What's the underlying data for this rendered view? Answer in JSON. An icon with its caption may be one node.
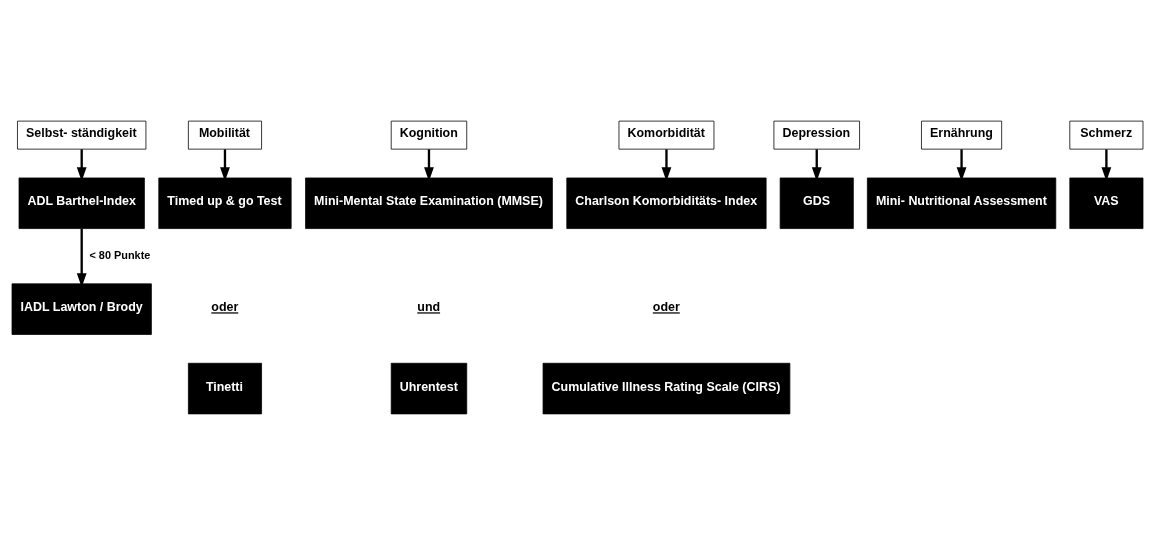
{
  "diagram": {
    "nodes": [
      {
        "text": [
          "Selbst- ständigkeit"
        ]
      },
      {
        "text": [
          "Mobilität"
        ]
      },
      {
        "text": [
          "Kognition"
        ]
      },
      {
        "text": [
          "Komorbidität"
        ]
      },
      {
        "text": [
          "Depression"
        ]
      },
      {
        "text": [
          "Ernährung"
        ]
      },
      {
        "text": [
          "Schmerz"
        ]
      },
      {
        "text": [
          "ADL Barthel-Index"
        ]
      },
      {
        "text": [
          "Timed up & go Test"
        ]
      },
      {
        "text": [
          "Mini-Mental State Examination (MMSE)"
        ]
      },
      {
        "text": [
          "Charlson Komorbiditäts- Index"
        ]
      },
      {
        "text": [
          "GDS"
        ]
      },
      {
        "text": [
          "Mini- Nutritional Assessment"
        ]
      },
      {
        "text": [
          "VAS"
        ]
      },
      {
        "text": [
          "IADL Lawton / Brody"
        ]
      },
      {
        "text": [
          "Tinetti"
        ]
      },
      {
        "text": [
          "Uhrentest"
        ]
      },
      {
        "text": [
          "Cumulative Illness Rating Scale (CIRS)"
        ]
      }
    ],
    "edges": [
      {
        "from": 0,
        "to": 7,
        "arrow": "to"
      },
      {
        "from": 1,
        "to": 8,
        "arrow": "to"
      },
      {
        "from": 2,
        "to": 9,
        "arrow": "to"
      },
      {
        "from": 3,
        "to": 10,
        "arrow": "to"
      },
      {
        "from": 4,
        "to": 11,
        "arrow": "to"
      },
      {
        "from": 5,
        "to": 12,
        "arrow": "to"
      },
      {
        "from": 6,
        "to": 13,
        "arrow": "to"
      },
      {
        "from": 7,
        "to": 14,
        "label": "< 80 Punkte",
        "arrow": "to"
      }
    ],
    "labels": [
      "oder",
      "und",
      "oder"
    ]
  }
}
